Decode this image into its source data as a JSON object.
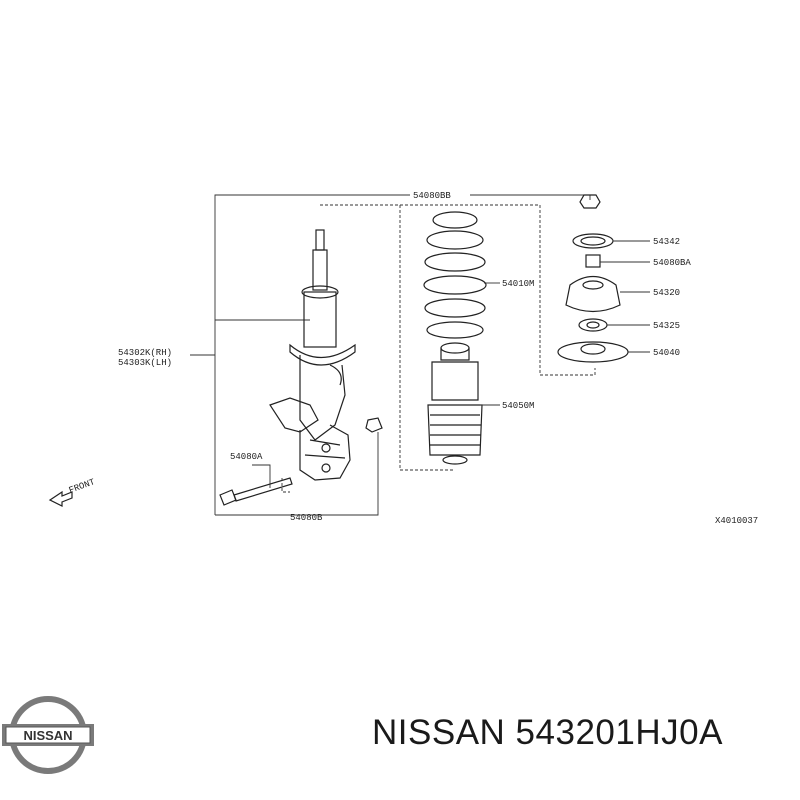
{
  "diagram": {
    "labels": {
      "p54080bb": "54080BB",
      "p54342": "54342",
      "p54080ba": "54080BA",
      "p54010m": "54010M",
      "p54320": "54320",
      "p54325": "54325",
      "p54040": "54040",
      "p54302k": "54302K(RH)",
      "p54303k": "54303K(LH)",
      "p54050m": "54050M",
      "p54080a": "54080A",
      "p54080b": "54080B",
      "front": "FRONT",
      "code": "X4010037"
    }
  },
  "logo": {
    "text": "NISSAN"
  },
  "footer": {
    "brand": "NISSAN",
    "part_number": "543201HJ0A"
  }
}
